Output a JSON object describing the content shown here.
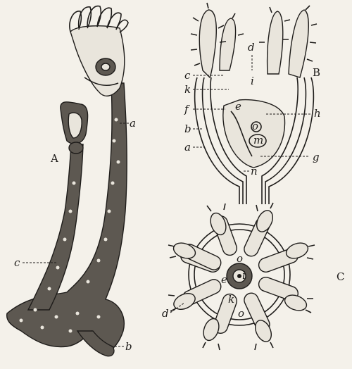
{
  "figure": {
    "panels": [
      {
        "id": "A",
        "label": "A"
      },
      {
        "id": "B",
        "label": "B"
      },
      {
        "id": "C",
        "label": "C"
      }
    ],
    "labels_left": {
      "a": "a",
      "c": "c",
      "b": "b"
    },
    "labels_B": {
      "d": "d",
      "c": "c",
      "k": "k",
      "f": "f",
      "b": "b",
      "a": "a",
      "i": "i",
      "e": "e",
      "o": "o",
      "m": "m",
      "h": "h",
      "g": "g",
      "n": "n"
    },
    "labels_C": {
      "o_top": "o",
      "e": "e",
      "i": "i",
      "d": "d",
      "k": "k",
      "o_bottom": "o"
    }
  }
}
